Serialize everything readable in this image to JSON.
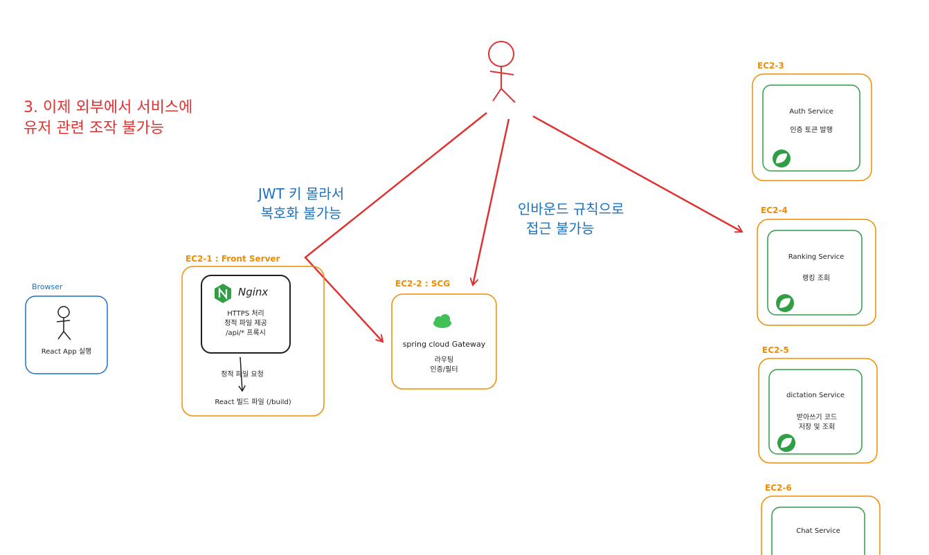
{
  "colors": {
    "red": "#e03131",
    "orange": "#f08c00",
    "blue": "#1971c2",
    "green": "#2f9e44",
    "ink": "#1e1e1e"
  },
  "annotations": {
    "title_line1": "3. 이제 외부에서 서비스에",
    "title_line2": "유저 관련 조작 불가능",
    "jwt_line1": "JWT 키 몰라서",
    "jwt_line2": "복호화 불가능",
    "inbound_line1": "인바운드 규칙으로",
    "inbound_line2": "접근 불가능"
  },
  "browser": {
    "label": "Browser",
    "text": "React App 실행",
    "icon": "user-figure-icon"
  },
  "front": {
    "label": "EC2-1 : Front Server",
    "nginx_name": "Nginx",
    "nginx_lines": [
      "HTTPS 처리",
      "정적 파일 제공",
      "/api/* 프록시"
    ],
    "request_label": "정적 파일 요청",
    "build_label": "React 빌드 파일 (/build)"
  },
  "gateway": {
    "label": "EC2-2 : SCG",
    "name": "spring cloud Gateway",
    "lines": [
      "라우팅",
      "인증/필터"
    ]
  },
  "services": [
    {
      "label": "EC2-3",
      "name": "Auth Service",
      "desc": [
        "인증 토큰 발행"
      ]
    },
    {
      "label": "EC2-4",
      "name": "Ranking Service",
      "desc": [
        "랭킹 조회"
      ]
    },
    {
      "label": "EC2-5",
      "name": "dictation Service",
      "desc": [
        "받아쓰기 코드",
        "저장 및 조회"
      ]
    },
    {
      "label": "EC2-6",
      "name": "Chat Service",
      "desc": []
    }
  ]
}
